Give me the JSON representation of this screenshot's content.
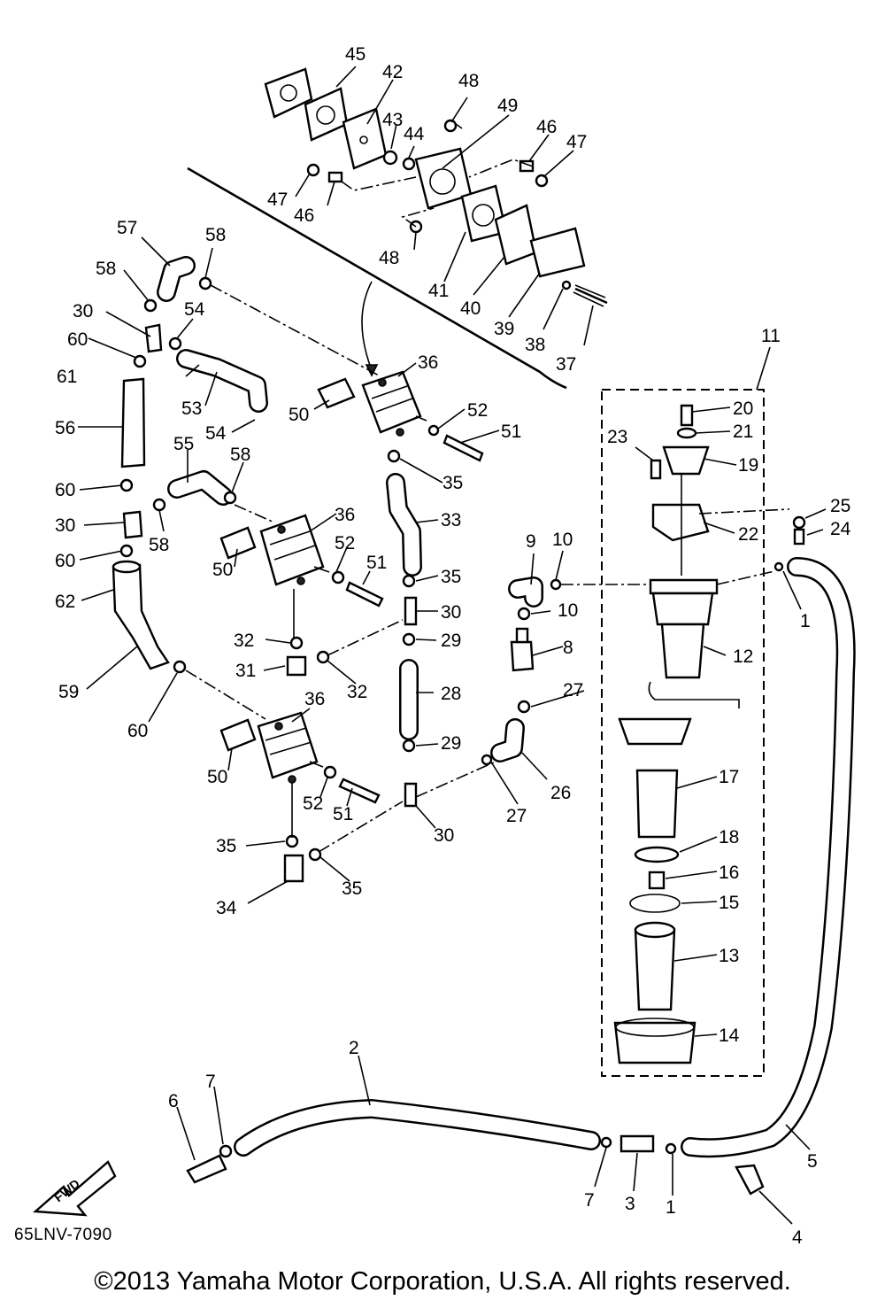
{
  "diagram": {
    "code": "65LNV-7090",
    "copyright": "©2013 Yamaha Motor Corporation, U.S.A. All rights reserved.",
    "fwd_label": "FWD",
    "callouts": [
      "45",
      "42",
      "48",
      "43",
      "44",
      "49",
      "46",
      "47",
      "47",
      "46",
      "48",
      "41",
      "40",
      "39",
      "38",
      "37",
      "57",
      "58",
      "58",
      "30",
      "54",
      "60",
      "61",
      "53",
      "36",
      "50",
      "52",
      "51",
      "54",
      "35",
      "56",
      "55",
      "58",
      "60",
      "30",
      "58",
      "60",
      "36",
      "52",
      "50",
      "51",
      "33",
      "35",
      "62",
      "30",
      "32",
      "29",
      "31",
      "32",
      "59",
      "28",
      "36",
      "60",
      "29",
      "50",
      "52",
      "51",
      "30",
      "35",
      "35",
      "34",
      "11",
      "20",
      "21",
      "23",
      "19",
      "25",
      "24",
      "22",
      "9",
      "10",
      "10",
      "1",
      "12",
      "8",
      "27",
      "26",
      "27",
      "17",
      "18",
      "16",
      "15",
      "13",
      "14",
      "2",
      "7",
      "6",
      "7",
      "3",
      "1",
      "5",
      "4"
    ]
  }
}
